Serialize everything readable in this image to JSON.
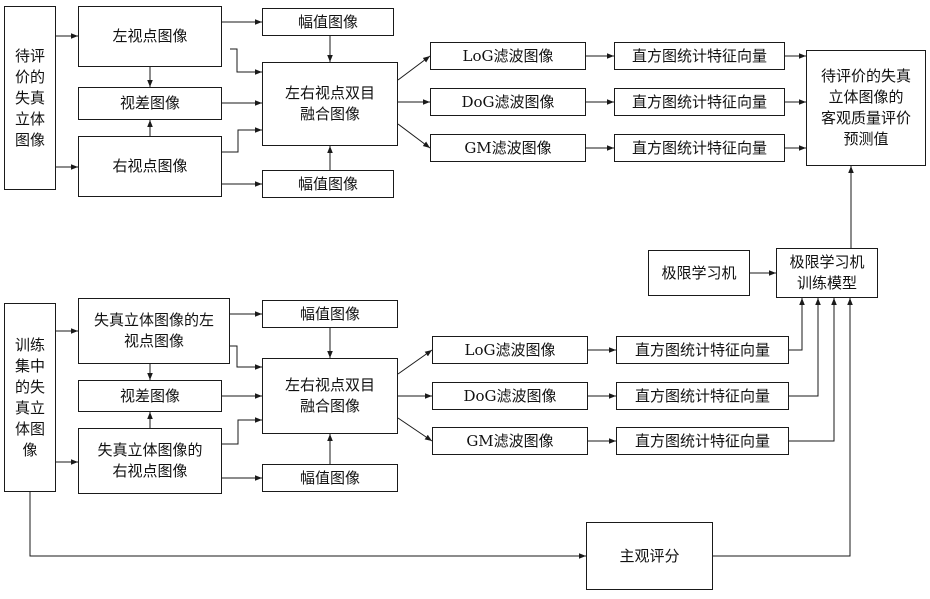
{
  "diagram": {
    "nodes": {
      "t_input": "待评价的失真立体图像",
      "t_left": "左视点图像",
      "t_disp": "视差图像",
      "t_right": "右视点图像",
      "t_amp1": "幅值图像",
      "t_amp2": "幅值图像",
      "t_fusion": "左右视点双目\n融合图像",
      "t_log": "LoG滤波图像",
      "t_dog": "DoG滤波图像",
      "t_gm": "GM滤波图像",
      "t_hist1": "直方图统计特征向量",
      "t_hist2": "直方图统计特征向量",
      "t_hist3": "直方图统计特征向量",
      "t_output": "待评价的失真\n立体图像的\n客观质量评价\n预测值",
      "elm": "极限学习机",
      "elm_model": "极限学习机\n训练模型",
      "b_input": "训练集中的失真立体图像",
      "b_left": "失真立体图像的左\n视点图像",
      "b_disp": "视差图像",
      "b_right": "失真立体图像的\n右视点图像",
      "b_amp1": "幅值图像",
      "b_amp2": "幅值图像",
      "b_fusion": "左右视点双目\n融合图像",
      "b_log": "LoG滤波图像",
      "b_dog": "DoG滤波图像",
      "b_gm": "GM滤波图像",
      "b_hist1": "直方图统计特征向量",
      "b_hist2": "直方图统计特征向量",
      "b_hist3": "直方图统计特征向量",
      "subjective": "主观评分"
    }
  }
}
